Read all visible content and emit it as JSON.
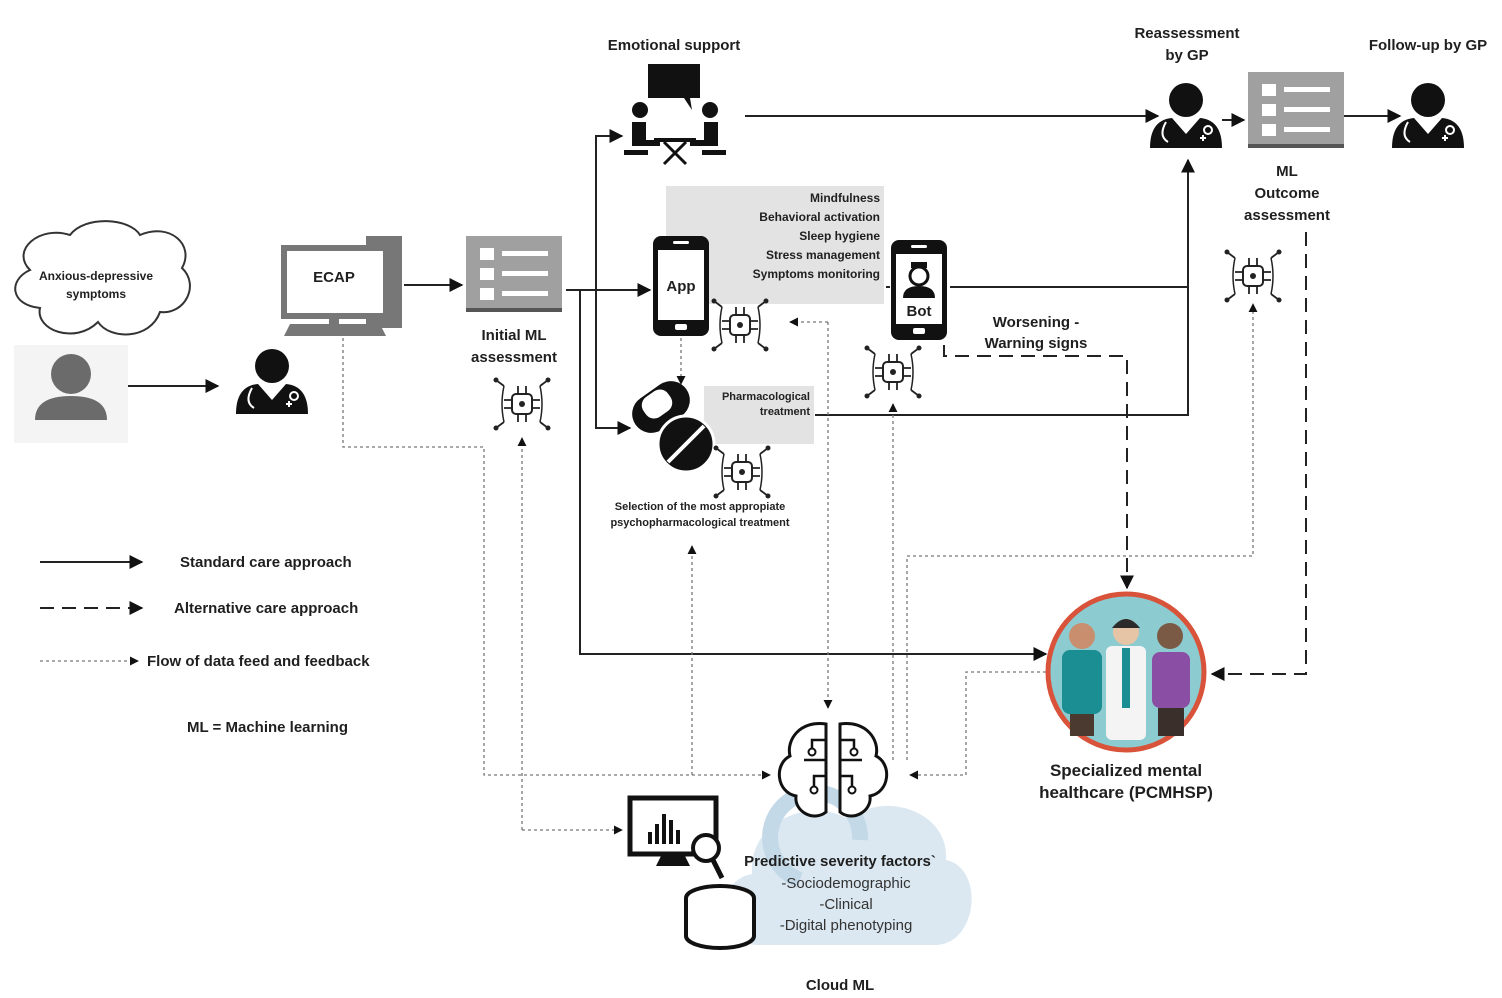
{
  "patient": {
    "thought": [
      "Anxious-depressive",
      "symptoms"
    ]
  },
  "ecap": {
    "label": "ECAP"
  },
  "initial_ml": {
    "label": [
      "Initial ML",
      "assessment"
    ]
  },
  "emotional_support": {
    "label": "Emotional support"
  },
  "app": {
    "label": "App",
    "interventions": [
      "Mindfulness",
      "Behavioral activation",
      "Sleep hygiene",
      "Stress management",
      "Symptoms monitoring"
    ]
  },
  "bot": {
    "label": "Bot",
    "warning": [
      "Worsening -",
      "Warning signs"
    ]
  },
  "pharma": {
    "box": [
      "Pharmacological",
      "treatment"
    ],
    "caption": [
      "Selection of the most appropiate",
      "psychopharmacological treatment"
    ]
  },
  "reassessment": {
    "label": [
      "Reassessment",
      "by GP"
    ]
  },
  "outcome": {
    "label": [
      "ML",
      "Outcome",
      "assessment"
    ]
  },
  "followup": {
    "label": "Follow-up by GP"
  },
  "specialized": {
    "label": [
      "Specialized mental",
      "healthcare (PCMHSP)"
    ]
  },
  "cloud": {
    "title": "Predictive severity factors`",
    "factors": [
      "-Sociodemographic",
      "-Clinical",
      "-Digital phenotyping"
    ],
    "label": "Cloud ML"
  },
  "legend": {
    "items": [
      {
        "style": "solid",
        "label": "Standard care approach"
      },
      {
        "style": "dashed",
        "label": "Alternative care approach"
      },
      {
        "style": "dotted",
        "label": "Flow of data feed and feedback"
      }
    ],
    "note": "ML = Machine learning"
  },
  "colors": {
    "ink": "#1a1a1a",
    "form_gray": "#9e9e9e",
    "panel_gray": "#e3e3e3",
    "ring_red": "#d9533b",
    "circle_teal": "#7fc3c9",
    "cloud_blue": "#dbe8f1"
  }
}
